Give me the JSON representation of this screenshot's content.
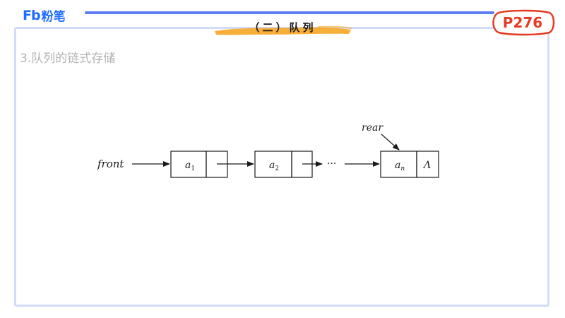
{
  "header": {
    "logo_mark": "Fb",
    "logo_text": "粉笔",
    "section_title": "（二）队列",
    "page_badge": "P276"
  },
  "content": {
    "subheading": "3.队列的链式存储"
  },
  "diagram": {
    "front_label": "front",
    "rear_label": "rear",
    "nodes": [
      {
        "data": "a",
        "sub": "1"
      },
      {
        "data": "a",
        "sub": "2"
      },
      {
        "data": "a",
        "sub": "n",
        "pointer": "Λ"
      }
    ],
    "ellipsis": "···"
  },
  "colors": {
    "brand": "#1e6cff",
    "rule": "#5f7ef2",
    "brush": "#f6a623",
    "badge": "#e63a22",
    "frame": "#d2dcf6"
  }
}
